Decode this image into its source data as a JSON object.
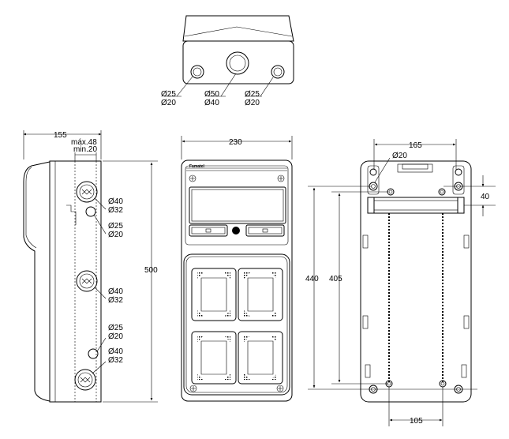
{
  "top_view": {
    "hole_left": [
      "Ø25",
      "Ø20"
    ],
    "hole_center": [
      "Ø50",
      "Ø40"
    ],
    "hole_right": [
      "Ø25",
      "Ø20"
    ]
  },
  "side_view": {
    "depth": "155",
    "max": "máx.48",
    "min": "min.20",
    "height": "500",
    "hole_1": [
      "Ø40",
      "Ø32"
    ],
    "hole_2": [
      "Ø25",
      "Ø20"
    ],
    "hole_3": [
      "Ø40",
      "Ø32"
    ],
    "hole_4": [
      "Ø25",
      "Ø20"
    ],
    "hole_5": [
      "Ø40",
      "Ø32"
    ]
  },
  "front_view": {
    "width": "230",
    "brand": "Famatel"
  },
  "back_view": {
    "top_spacing": "165",
    "mount_hole": "Ø20",
    "rail_offset": "40",
    "height_outer": "440",
    "height_inner": "405",
    "bottom_spacing": "105"
  }
}
